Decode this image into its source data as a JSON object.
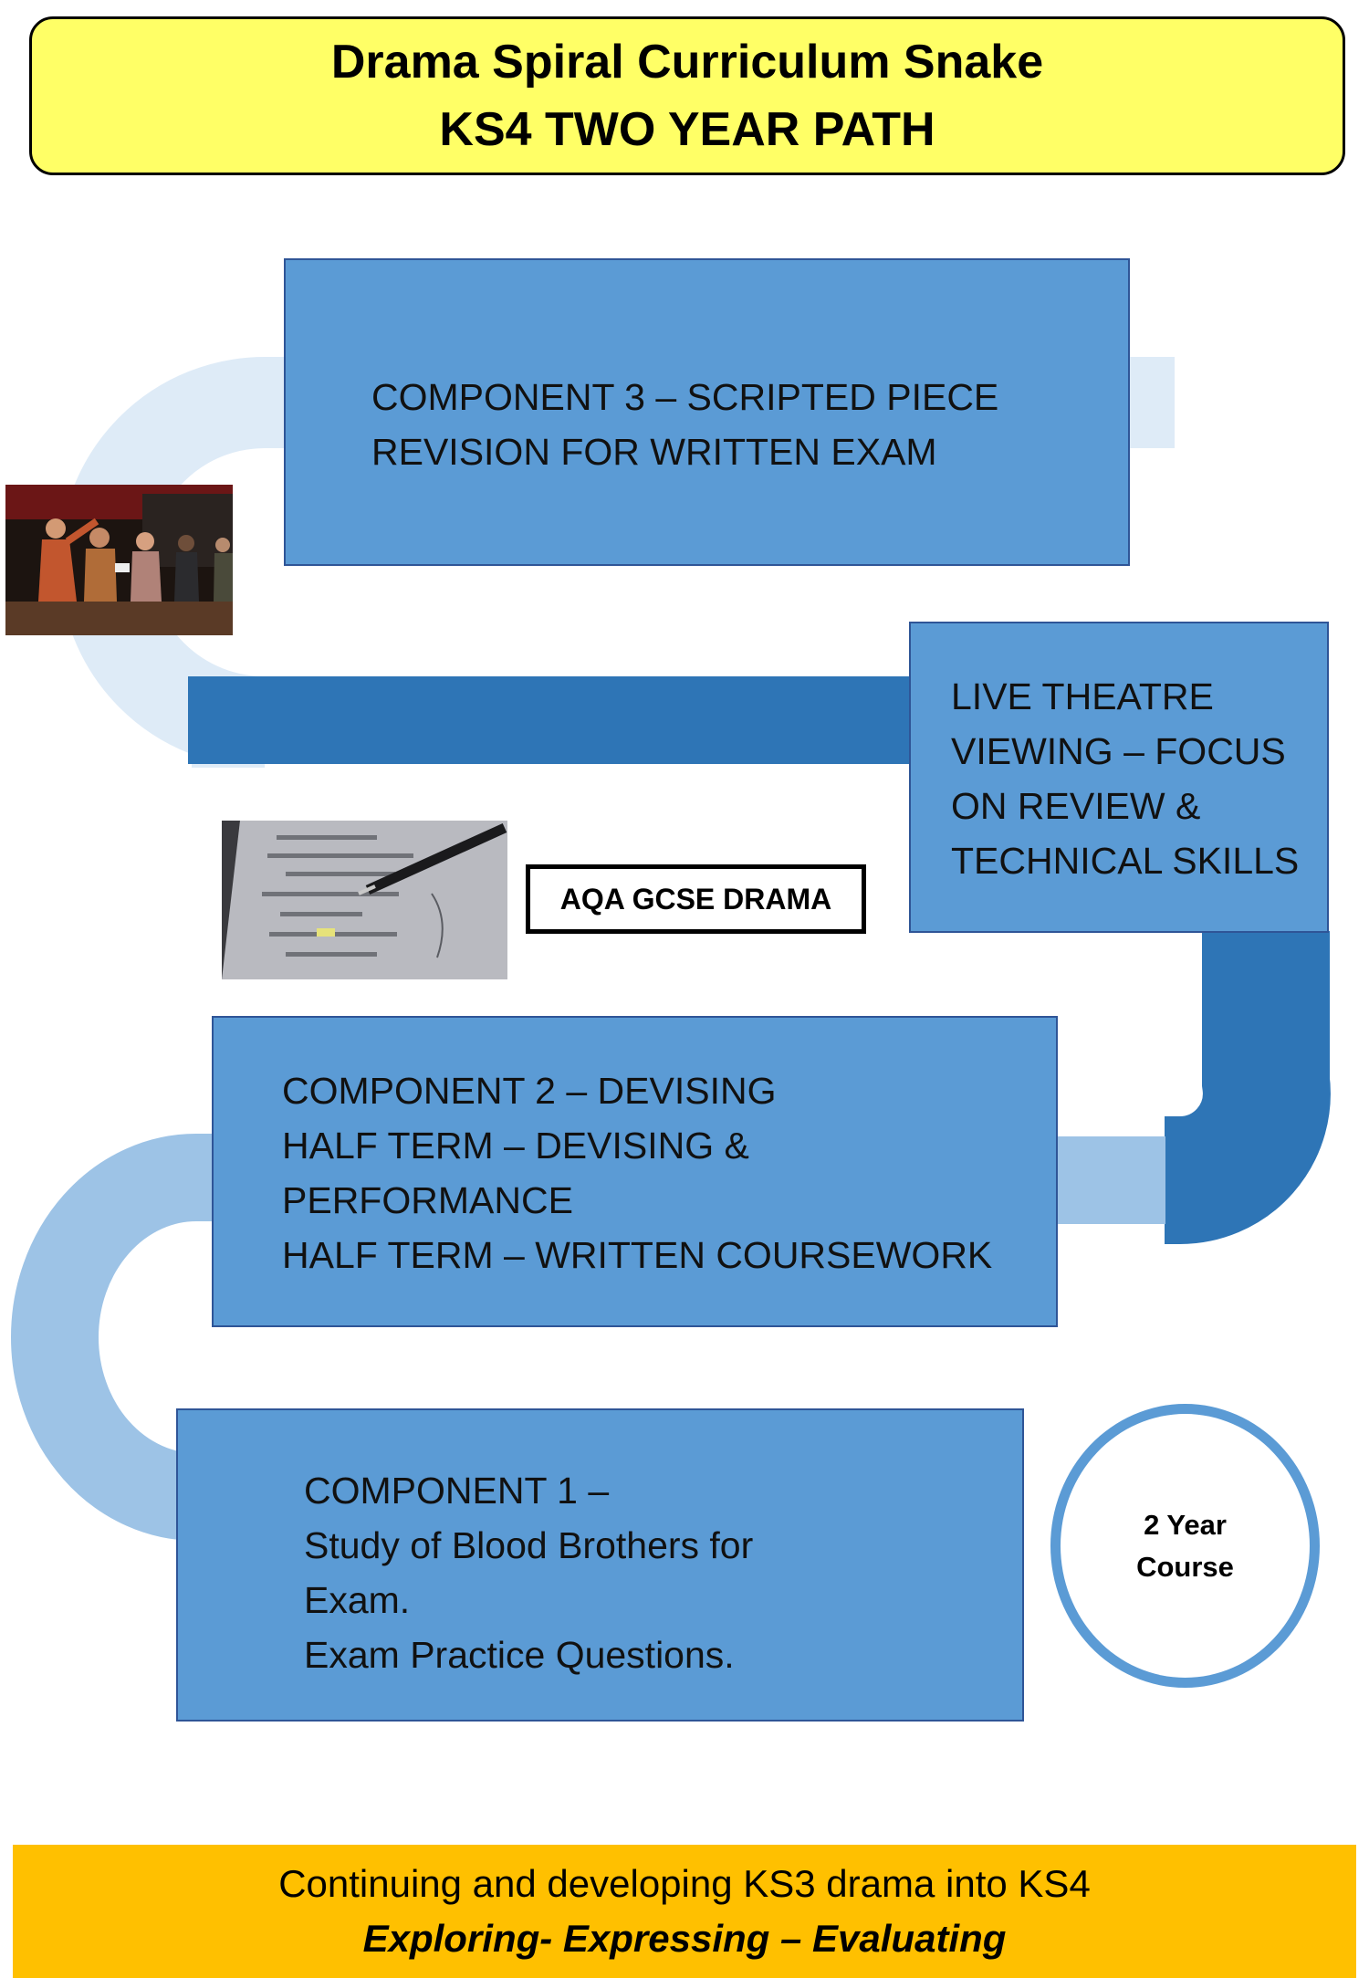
{
  "title": {
    "line1": "Drama Spiral Curriculum Snake",
    "line2": "KS4 TWO YEAR PATH"
  },
  "steps": [
    {
      "lines": [
        "COMPONENT 3 – SCRIPTED PIECE",
        "REVISION FOR WRITTEN EXAM"
      ]
    },
    {
      "lines": [
        "LIVE THEATRE",
        "VIEWING – FOCUS",
        "ON REVIEW &",
        "TECHNICAL SKILLS"
      ]
    },
    {
      "lines": [
        "COMPONENT 2 – DEVISING",
        "HALF TERM – DEVISING &",
        "PERFORMANCE",
        "HALF TERM – WRITTEN COURSEWORK"
      ]
    },
    {
      "lines": [
        "COMPONENT 1 –",
        "Study of Blood Brothers for",
        "Exam.",
        "Exam Practice Questions."
      ]
    }
  ],
  "exam_board_label": "AQA GCSE DRAMA",
  "badge": {
    "line1": "2 Year",
    "line2": "Course"
  },
  "footer": {
    "line1": "Continuing and developing KS3 drama into KS4",
    "line2": "Exploring- Expressing – Evaluating"
  },
  "images": {
    "stage_photo": "actors rehearsing on stage",
    "script_photo": "pen resting on a script"
  },
  "colors": {
    "title_bg": "#ffff66",
    "step_fill": "#5b9bd5",
    "snake_pale": "#deebf7",
    "snake_dark": "#2e75b6",
    "snake_mid": "#9dc3e6",
    "footer_bg": "#ffc000"
  }
}
